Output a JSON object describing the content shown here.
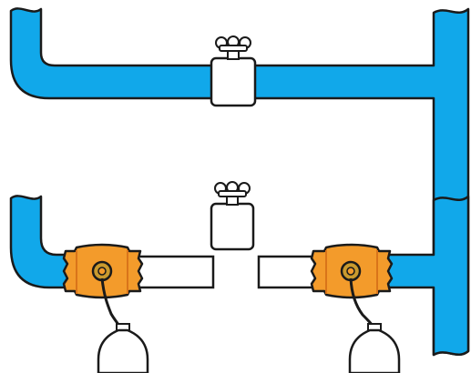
{
  "colors": {
    "pipe_water": "#11a8ea",
    "pipe_empty": "#ffffff",
    "outline": "#1a1a1a",
    "clamp": "#f39b2b",
    "clamp_shadow": "#d9741a",
    "nozzle_ring": "#c99a2e"
  },
  "icons": {
    "valve": "valve-icon",
    "handle": "valve-handle-icon",
    "clamp": "pipe-clamp-icon",
    "tank": "drain-bag-icon"
  },
  "panels": [
    {
      "id": "installed-valve",
      "pipe_state": "full"
    },
    {
      "id": "valve-removed",
      "pipe_state": "isolated"
    }
  ]
}
